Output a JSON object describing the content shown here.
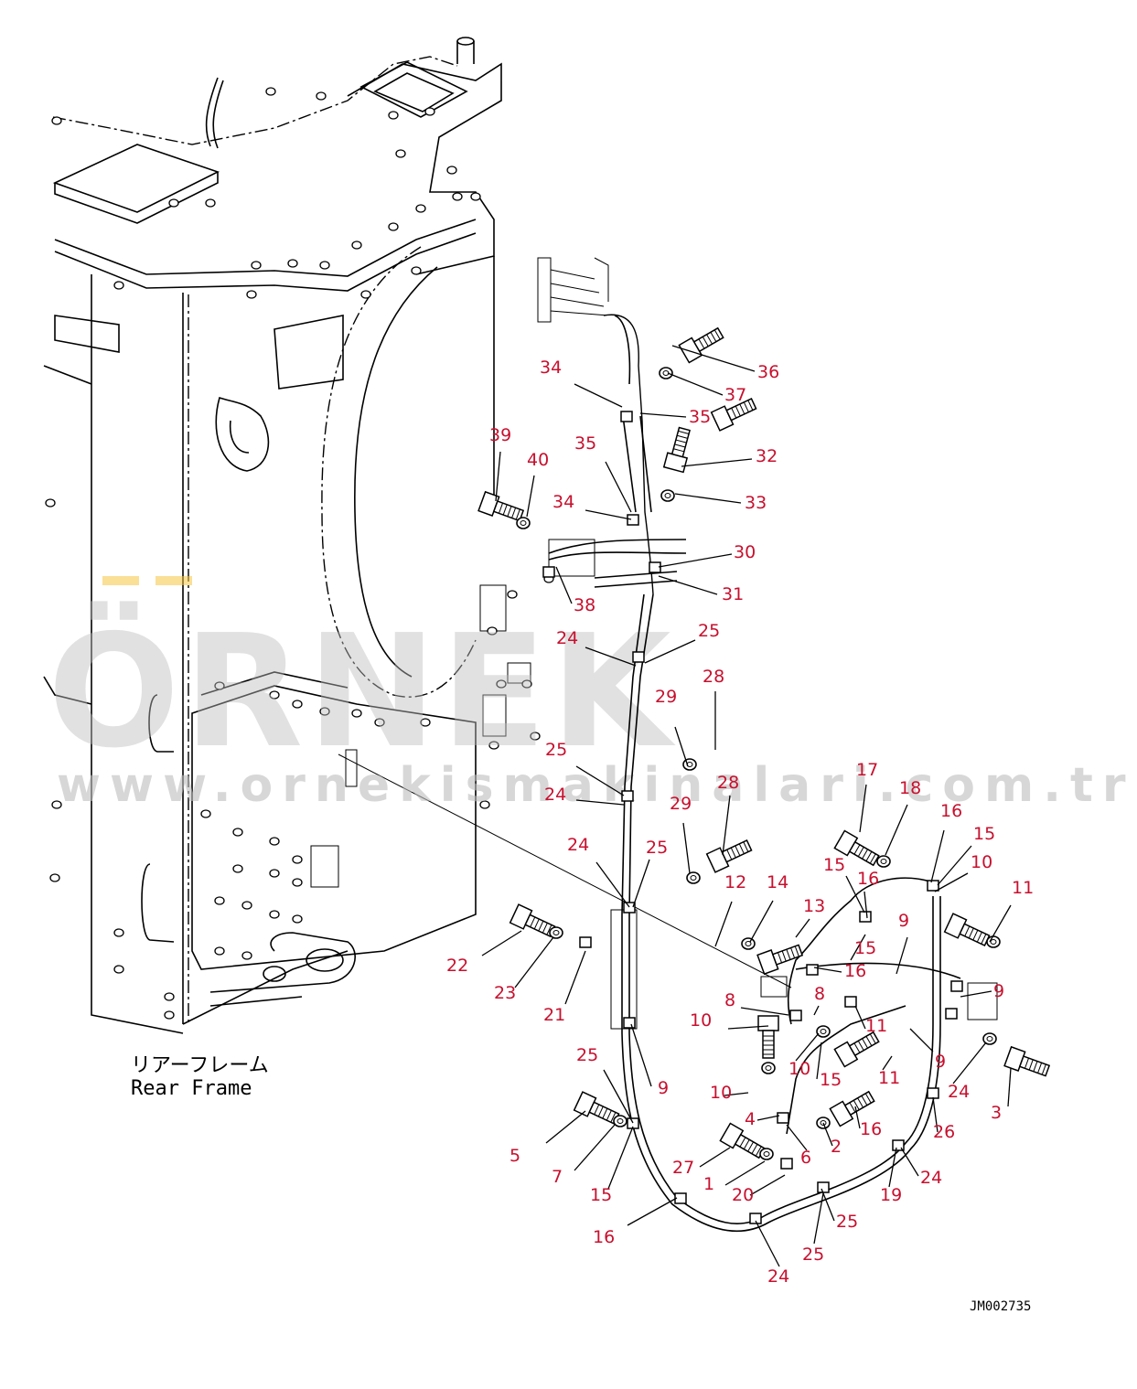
{
  "watermark": {
    "brand": "ÖRNEK",
    "url": "www.ornekismakinalari.com.tr",
    "accent_color": "#f5c542"
  },
  "caption": {
    "jp": "リアーフレーム",
    "en": "Rear Frame"
  },
  "drawing_code": "JM002735",
  "label_color": "#c8102e",
  "part_labels": [
    {
      "text": "36"
    },
    {
      "text": "37"
    },
    {
      "text": "34"
    },
    {
      "text": "35"
    },
    {
      "text": "39"
    },
    {
      "text": "40"
    },
    {
      "text": "35"
    },
    {
      "text": "32"
    },
    {
      "text": "34"
    },
    {
      "text": "33"
    },
    {
      "text": "30"
    },
    {
      "text": "38"
    },
    {
      "text": "31"
    },
    {
      "text": "24"
    },
    {
      "text": "25"
    },
    {
      "text": "28"
    },
    {
      "text": "29"
    },
    {
      "text": "25"
    },
    {
      "text": "24"
    },
    {
      "text": "28"
    },
    {
      "text": "29"
    },
    {
      "text": "17"
    },
    {
      "text": "18"
    },
    {
      "text": "16"
    },
    {
      "text": "15"
    },
    {
      "text": "24"
    },
    {
      "text": "25"
    },
    {
      "text": "10"
    },
    {
      "text": "15"
    },
    {
      "text": "16"
    },
    {
      "text": "12"
    },
    {
      "text": "14"
    },
    {
      "text": "13"
    },
    {
      "text": "11"
    },
    {
      "text": "22"
    },
    {
      "text": "23"
    },
    {
      "text": "15"
    },
    {
      "text": "9"
    },
    {
      "text": "16"
    },
    {
      "text": "21"
    },
    {
      "text": "8"
    },
    {
      "text": "9"
    },
    {
      "text": "10"
    },
    {
      "text": "8"
    },
    {
      "text": "25"
    },
    {
      "text": "11"
    },
    {
      "text": "10"
    },
    {
      "text": "9"
    },
    {
      "text": "15"
    },
    {
      "text": "11"
    },
    {
      "text": "24"
    },
    {
      "text": "9"
    },
    {
      "text": "10"
    },
    {
      "text": "3"
    },
    {
      "text": "4"
    },
    {
      "text": "16"
    },
    {
      "text": "26"
    },
    {
      "text": "5"
    },
    {
      "text": "2"
    },
    {
      "text": "6"
    },
    {
      "text": "27"
    },
    {
      "text": "7"
    },
    {
      "text": "1"
    },
    {
      "text": "20"
    },
    {
      "text": "19"
    },
    {
      "text": "24"
    },
    {
      "text": "15"
    },
    {
      "text": "25"
    },
    {
      "text": "16"
    },
    {
      "text": "25"
    },
    {
      "text": "24"
    }
  ]
}
